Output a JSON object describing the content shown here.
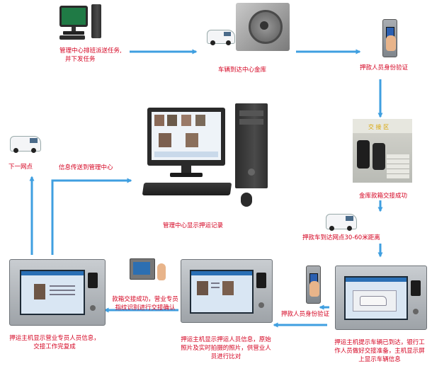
{
  "labels": {
    "dispatch": [
      "管理中心排班派送任务,",
      "并下发任务"
    ],
    "vehicle_arrive_vault": "车辆到达中心金库",
    "escort_auth_top": "押款人员身份验证",
    "vault_handover": "金库款箱交接成功",
    "escort_arrive_branch": "押款车到达网点30-60米距离",
    "escort_auth_bottom": "押款人员身份验证",
    "host_prompt": [
      "押运主机提示车辆已到达，银行工",
      "作人员做好交接准备，主机显示屏",
      "上显示车辆信息"
    ],
    "host_show_info": [
      "押运主机显示押运人员信息，原始",
      "照片及实时拍摄的照片，供营业人",
      "员进行比对"
    ],
    "handover_success": [
      "款箱交接成功，营业专员",
      "指纹识别进行交接确认"
    ],
    "host_show_staff": [
      "押运主机显示营业专员人员信息，",
      "交接工作完复成"
    ],
    "info_to_center": "信息传送到管理中心",
    "next_branch": "下一网点",
    "center_display": "管理中心显示押运记录"
  },
  "photo_text": {
    "vault_banner": "交 接 区"
  },
  "colors": {
    "arrow": "#3f9fe0",
    "label": "#d4001f"
  },
  "icons": [
    "computer-icon",
    "armored-van-icon",
    "vault-door-icon",
    "fingerprint-reader-icon",
    "escort-terminal-icon",
    "hand-finger-icon"
  ]
}
